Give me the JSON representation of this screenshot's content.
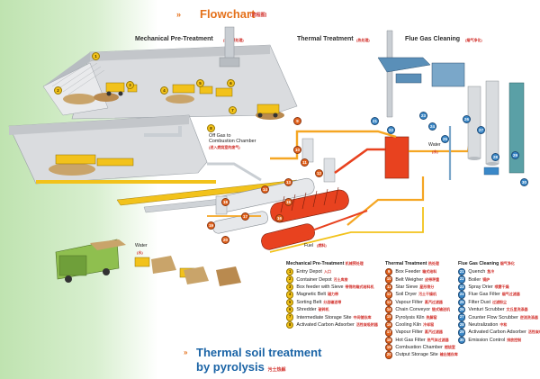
{
  "header": {
    "arrow": "»",
    "title": "Flowchart",
    "title_cn": "(流程图)"
  },
  "sections": {
    "mechanical": {
      "label": "Mechanical Pre-Treatment",
      "cn": "(机械预处理)"
    },
    "thermal": {
      "label": "Thermal Treatment",
      "cn": "(热处理)"
    },
    "flue": {
      "label": "Flue Gas Cleaning",
      "cn": "(烟气净化)"
    }
  },
  "annotations": {
    "off_gas": "Off Gas to",
    "combustion_chamber": "Combustion Chamber",
    "off_gas_cn": "(进入燃烧室的废气)",
    "water_top": "Water",
    "water_top_cn": "(水)",
    "water_left": "Water",
    "water_left_cn": "(水)",
    "fuel": "Fuel",
    "fuel_cn": "(燃料)"
  },
  "legend": {
    "mechanical": {
      "title": "Mechanical Pre-Treatment",
      "title_cn": "机械预处理",
      "items": [
        {
          "num": "1",
          "label": "Entry Depot",
          "cn": "入口"
        },
        {
          "num": "2",
          "label": "Container Depot",
          "cn": "污土库房"
        },
        {
          "num": "3",
          "label": "Box feeder with Sieve",
          "cn": "带筛的箱式给料机"
        },
        {
          "num": "4",
          "label": "Magnetic Belt",
          "cn": "磁力带"
        },
        {
          "num": "5",
          "label": "Sorting Belt",
          "cn": "分选输送带"
        },
        {
          "num": "6",
          "label": "Shredder",
          "cn": "破碎机"
        },
        {
          "num": "7",
          "label": "Intermediate Storage Site",
          "cn": "中间储存库"
        },
        {
          "num": "8",
          "label": "Activated Carbon Adsorber",
          "cn": "活性炭吸附器"
        }
      ]
    },
    "thermal": {
      "title": "Thermal Treatment",
      "title_cn": "热处理",
      "items": [
        {
          "num": "9",
          "label": "Box Feeder",
          "cn": "箱式给料"
        },
        {
          "num": "10",
          "label": "Belt Weigher",
          "cn": "皮带秤重"
        },
        {
          "num": "11",
          "label": "Star Sieve",
          "cn": "星形筛分"
        },
        {
          "num": "12",
          "label": "Soil Dryer",
          "cn": "污土干燥机"
        },
        {
          "num": "13",
          "label": "Vapour Filter",
          "cn": "蒸汽过滤器"
        },
        {
          "num": "14",
          "label": "Chain Conveyor",
          "cn": "链式输送机"
        },
        {
          "num": "15",
          "label": "Pyrolysis Kiln",
          "cn": "热解窑"
        },
        {
          "num": "16",
          "label": "Cooling Kiln",
          "cn": "冷却窑"
        },
        {
          "num": "17",
          "label": "Vapour Filter",
          "cn": "蒸汽过滤器"
        },
        {
          "num": "18",
          "label": "Hot Gas Filter",
          "cn": "热气体过滤器"
        },
        {
          "num": "19",
          "label": "Combustion Chamber",
          "cn": "燃烧室"
        },
        {
          "num": "20",
          "label": "Output Storage Site",
          "cn": "输出储存库"
        }
      ]
    },
    "flue": {
      "title": "Flue Gas Cleaning",
      "title_cn": "烟气净化",
      "items": [
        {
          "num": "21",
          "label": "Quench",
          "cn": "急冷"
        },
        {
          "num": "22",
          "label": "Boiler",
          "cn": "锅炉"
        },
        {
          "num": "23",
          "label": "Spray Drier",
          "cn": "喷雾干燥"
        },
        {
          "num": "24",
          "label": "Flue Gas Filter",
          "cn": "烟气过滤器"
        },
        {
          "num": "25",
          "label": "Filter Dust",
          "cn": "过滤粉尘"
        },
        {
          "num": "26",
          "label": "Venturi Scrubber",
          "cn": "文丘里洗涤器"
        },
        {
          "num": "27",
          "label": "Counter Flow Scrubber",
          "cn": "逆流洗涤器"
        },
        {
          "num": "28",
          "label": "Neutralization",
          "cn": "中和"
        },
        {
          "num": "29",
          "label": "Activated Carbon Adsorber",
          "cn": "活性炭吸附器"
        },
        {
          "num": "30",
          "label": "Emission Control",
          "cn": "排放控制"
        }
      ]
    }
  },
  "footer": {
    "line1": "Thermal soil treatment",
    "line2": "by pyrolysis",
    "cn": "污土热解"
  },
  "scene_markers": {
    "mechanical": [
      "1",
      "2",
      "3",
      "4",
      "5",
      "6",
      "7",
      "8"
    ],
    "thermal": [
      "9",
      "10",
      "11",
      "12",
      "13",
      "14",
      "15",
      "16",
      "17",
      "18",
      "19",
      "20"
    ],
    "flue": [
      "21",
      "22",
      "23",
      "24",
      "25",
      "26",
      "27",
      "28",
      "29",
      "30"
    ]
  },
  "colors": {
    "orange_title": "#e4711b",
    "chinese_red": "#d2322d",
    "hot_pipe": "#e8421f",
    "warm_pipe": "#f5a623",
    "yellow_pipe": "#f2c21b",
    "blue_title": "#1b64a6",
    "green_bg": "#bfe3b0"
  }
}
